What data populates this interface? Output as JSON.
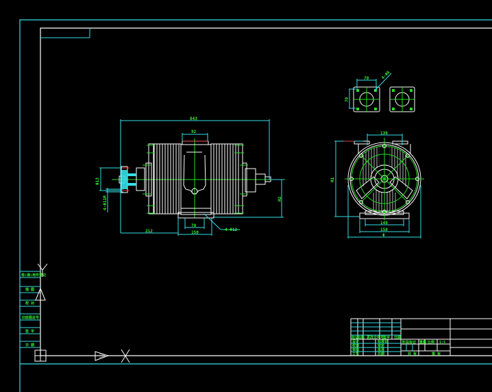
{
  "colors": {
    "background": "#000000",
    "frame": "#33e0e8",
    "outline": "#ffffff",
    "centerline": "#22dd22",
    "dim_text": "#33ee33",
    "mark_red": "#ff2020"
  },
  "side_view": {
    "overall_length": "843",
    "top_flange_width": "92",
    "left_dim_d": "Φ13",
    "left_bolt_note": "4-Φ11M",
    "shaft_length": "212",
    "foot_inner": "70",
    "foot_outer": "150",
    "foot_hole_note": "4-Φ12",
    "height_h2": "H2"
  },
  "flange_views": {
    "width": "70",
    "height": "70",
    "hole_note": "4-Φ8"
  },
  "end_view": {
    "top_width": "130",
    "height_h1": "H1",
    "base_inner": "140",
    "base_outer": "150",
    "diameter": "Φ"
  },
  "left_title_column": {
    "rows": [
      "借(通)用件登记",
      "描 图",
      "校 对",
      "旧底图总号",
      "签 字",
      "日 期"
    ]
  },
  "title_block": {
    "header_row": [
      "标记",
      "处数",
      "更改文件号",
      "签字",
      "日期"
    ],
    "rows": [
      [
        "设计",
        "",
        "标准化",
        ""
      ],
      [
        "校对",
        "",
        "审定",
        ""
      ],
      [
        "审核",
        "",
        "批准",
        ""
      ],
      [
        "工艺",
        "",
        "日期",
        ""
      ]
    ],
    "stage_labels": [
      "阶段标记",
      "重量",
      "比例"
    ],
    "scale_value": "1:5",
    "sheet_label": "共 张",
    "sheet_of": "第 张"
  }
}
